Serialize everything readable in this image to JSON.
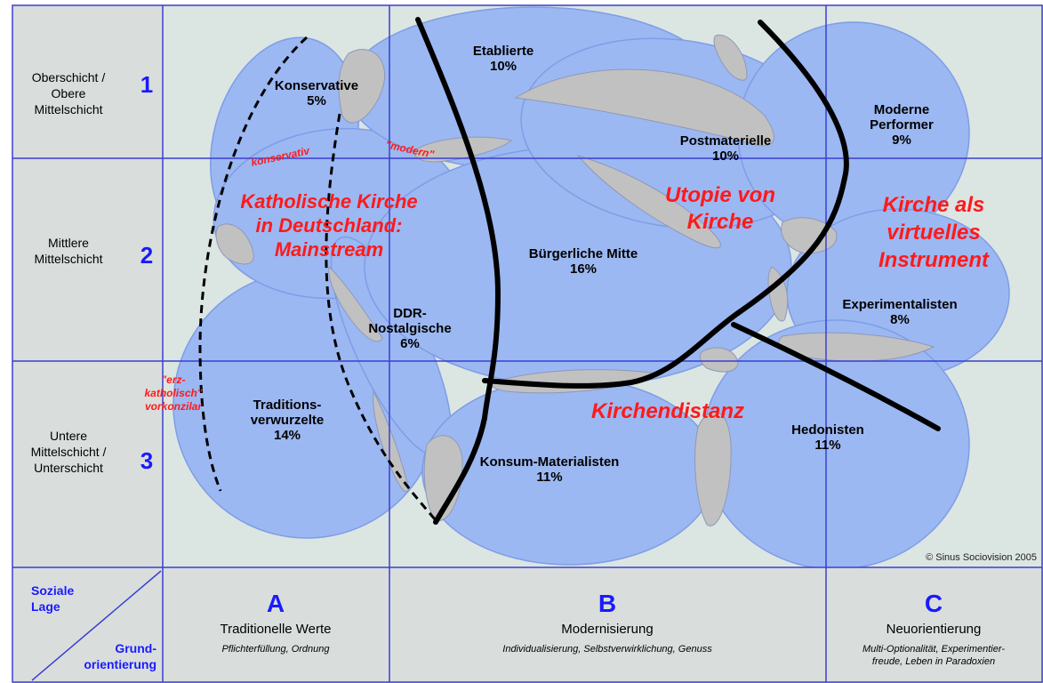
{
  "rows": [
    {
      "label": "Oberschicht /\nObere\nMittelschicht",
      "number": "1"
    },
    {
      "label": "Mittlere\nMittelschicht",
      "number": "2"
    },
    {
      "label": "Untere\nMittelschicht /\nUnterschicht",
      "number": "3"
    }
  ],
  "columns": [
    {
      "letter": "A",
      "title": "Traditionelle Werte",
      "subtitle": [
        "Pflichterfüllung, Ordnung"
      ]
    },
    {
      "letter": "B",
      "title": "Modernisierung",
      "subtitle": [
        "Individualisierung, Selbstverwirklichung, Genuss"
      ]
    },
    {
      "letter": "C",
      "title": "Neuorientierung",
      "subtitle": [
        "Multi-Optionalität, Experimentier-",
        "freude, Leben in Paradoxien"
      ]
    }
  ],
  "corner": {
    "top": [
      "Soziale",
      "Lage"
    ],
    "bottom": [
      "Grund-",
      "orientierung"
    ]
  },
  "milieus": [
    {
      "name": [
        "Etablierte"
      ],
      "share": "10%"
    },
    {
      "name": [
        "Konservative"
      ],
      "share": "5%"
    },
    {
      "name": [
        "Postmaterielle"
      ],
      "share": "10%"
    },
    {
      "name": [
        "Moderne",
        "Performer"
      ],
      "share": "9%"
    },
    {
      "name": [
        "Bürgerliche Mitte"
      ],
      "share": "16%"
    },
    {
      "name": [
        "DDR-",
        "Nostalgische"
      ],
      "share": "6%"
    },
    {
      "name": [
        "Experimentalisten"
      ],
      "share": "8%"
    },
    {
      "name": [
        "Traditions-",
        "verwurzelte"
      ],
      "share": "14%"
    },
    {
      "name": [
        "Konsum-Materialisten"
      ],
      "share": "11%"
    },
    {
      "name": [
        "Hedonisten"
      ],
      "share": "11%"
    }
  ],
  "annotations": {
    "mainstream": [
      "Katholische Kirche",
      "in Deutschland:",
      "Mainstream"
    ],
    "utopie": [
      "Utopie von",
      "Kirche"
    ],
    "virtuell": [
      "Kirche als",
      "virtuelles",
      "Instrument"
    ],
    "kirchendistanz": "Kirchendistanz",
    "konservativ": "konservativ",
    "modern": "\"modern\"",
    "erzkatholisch": [
      "\"erz-",
      "katholisch\"",
      "vorkonzilar"
    ]
  },
  "copyright": "© Sinus Sociovision 2005",
  "colors": {
    "blob": "#9cb8f2",
    "blob_stroke": "#7e9de6",
    "background": "#dbe5e2",
    "overlap": "#c1c1c1",
    "grid": "#3a3fd0",
    "accent_red": "#ff1a1a",
    "accent_blue": "#1a1aff"
  }
}
